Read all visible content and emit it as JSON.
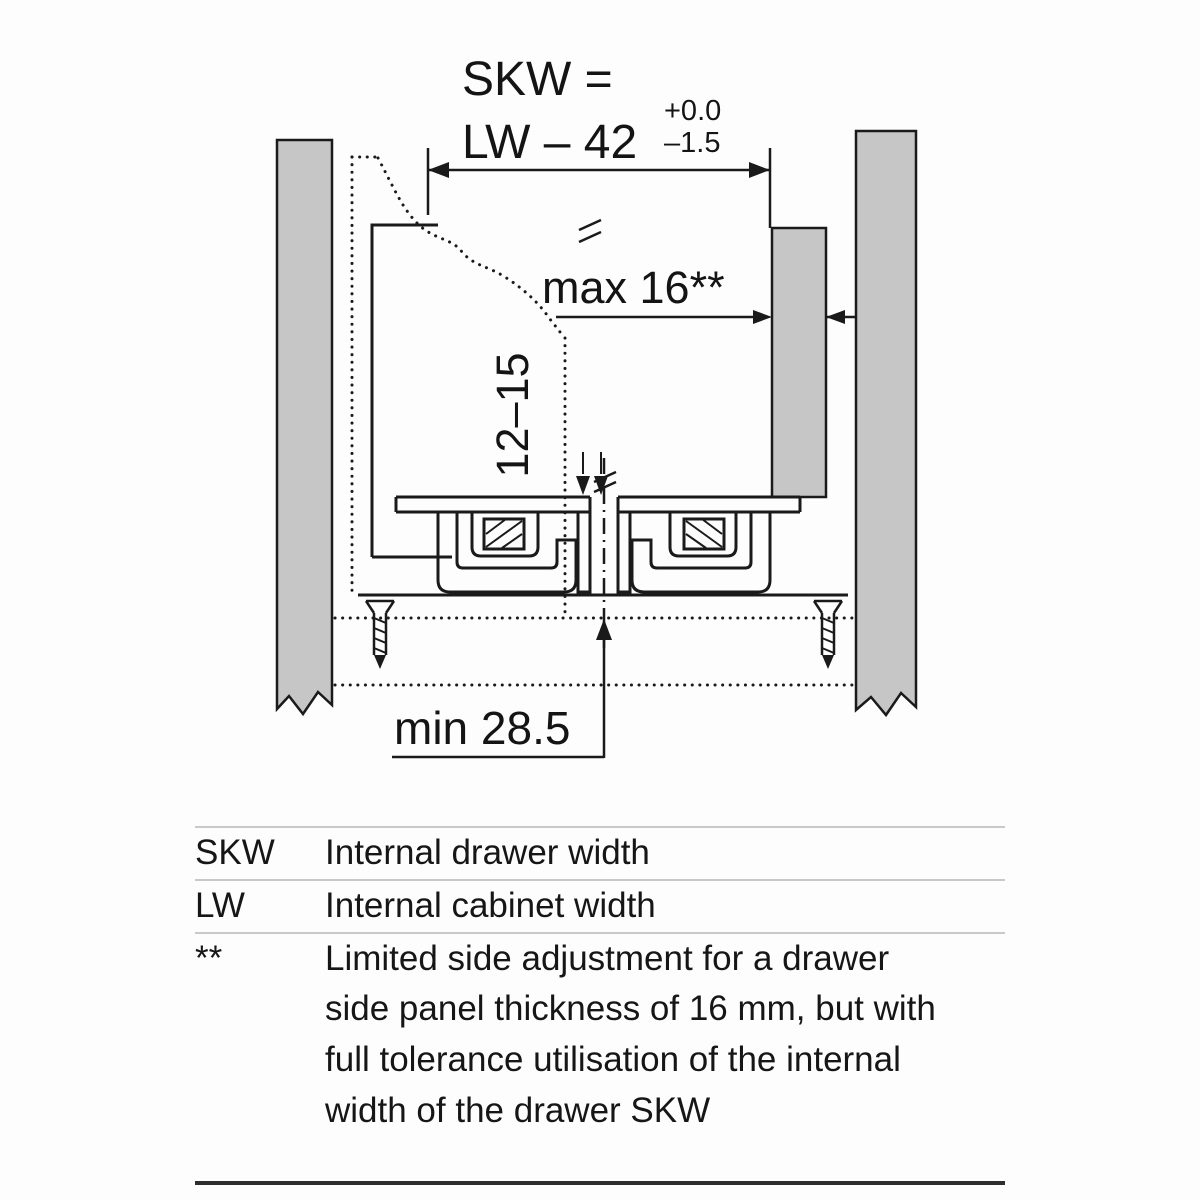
{
  "colors": {
    "background": "#fdfdfd",
    "line": "#1a1a1a",
    "panel_fill": "#c6c6c6",
    "legend_separator": "#c9c9c9",
    "bottom_rule": "#2e2e2e"
  },
  "diagram": {
    "formula_line1": "SKW =",
    "formula_line2": "LW – 42",
    "tolerance_upper": "+0.0",
    "tolerance_lower": "–1.5",
    "side_panel_dim": "max 16**",
    "vertical_dim": "12–15",
    "bottom_dim": "min 28.5"
  },
  "legend": {
    "rows": [
      {
        "term": "SKW",
        "definition": "Internal drawer width"
      },
      {
        "term": "LW",
        "definition": "Internal cabinet width"
      },
      {
        "term": "**",
        "definition": "Limited side adjustment for a drawer\nside panel thickness of 16 mm, but with\nfull tolerance utilisation of the internal\nwidth of the drawer SKW"
      }
    ]
  }
}
